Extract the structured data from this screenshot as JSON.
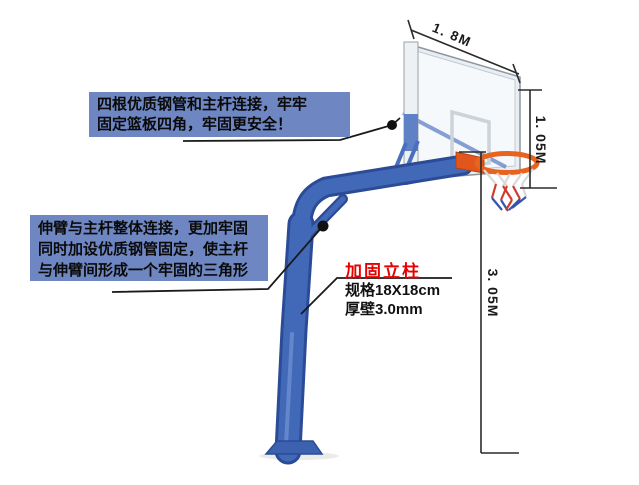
{
  "title": "basketball-stand-annotated-product-diagram",
  "colors": {
    "background": "#ffffff",
    "pole_blue": "#4169b8",
    "pole_dark_blue": "#2b4b97",
    "callout_box_bg": "#6e86c1",
    "callout_text": "#0a0a0a",
    "spec_title_red": "#e60000",
    "rim_orange": "#e8641e",
    "net_red": "#cf3b2c",
    "net_blue": "#3355aa",
    "annotation_line": "#1a1a1a"
  },
  "callout_backboard": {
    "lines": [
      "四根优质钢管和主杆连接，牢牢",
      "固定篮板四角，牢固更安全！"
    ]
  },
  "callout_arm": {
    "lines": [
      "伸臂与主杆整体连接，更加牢固",
      "同时加设优质钢管固定，使主杆",
      "与伸臂间形成一个牢固的三角形"
    ]
  },
  "spec": {
    "title": "加固立柱",
    "size": "规格18X18cm",
    "thickness": "厚壁3.0mm"
  },
  "dimensions": {
    "board_width": "1. 8M",
    "board_height": "1. 05M",
    "rim_height": "3. 05M"
  }
}
